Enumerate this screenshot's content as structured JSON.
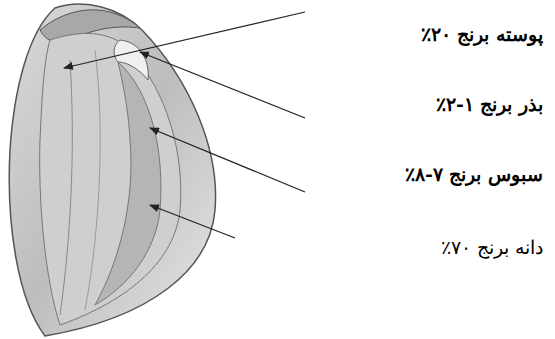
{
  "diagram": {
    "labels": [
      "پوسته برنج ۲۰٪",
      "بذر برنج ۱-۲٪",
      "سبوس برنج ۷-۸٪",
      "دانه برنج ۷۰٪"
    ]
  }
}
